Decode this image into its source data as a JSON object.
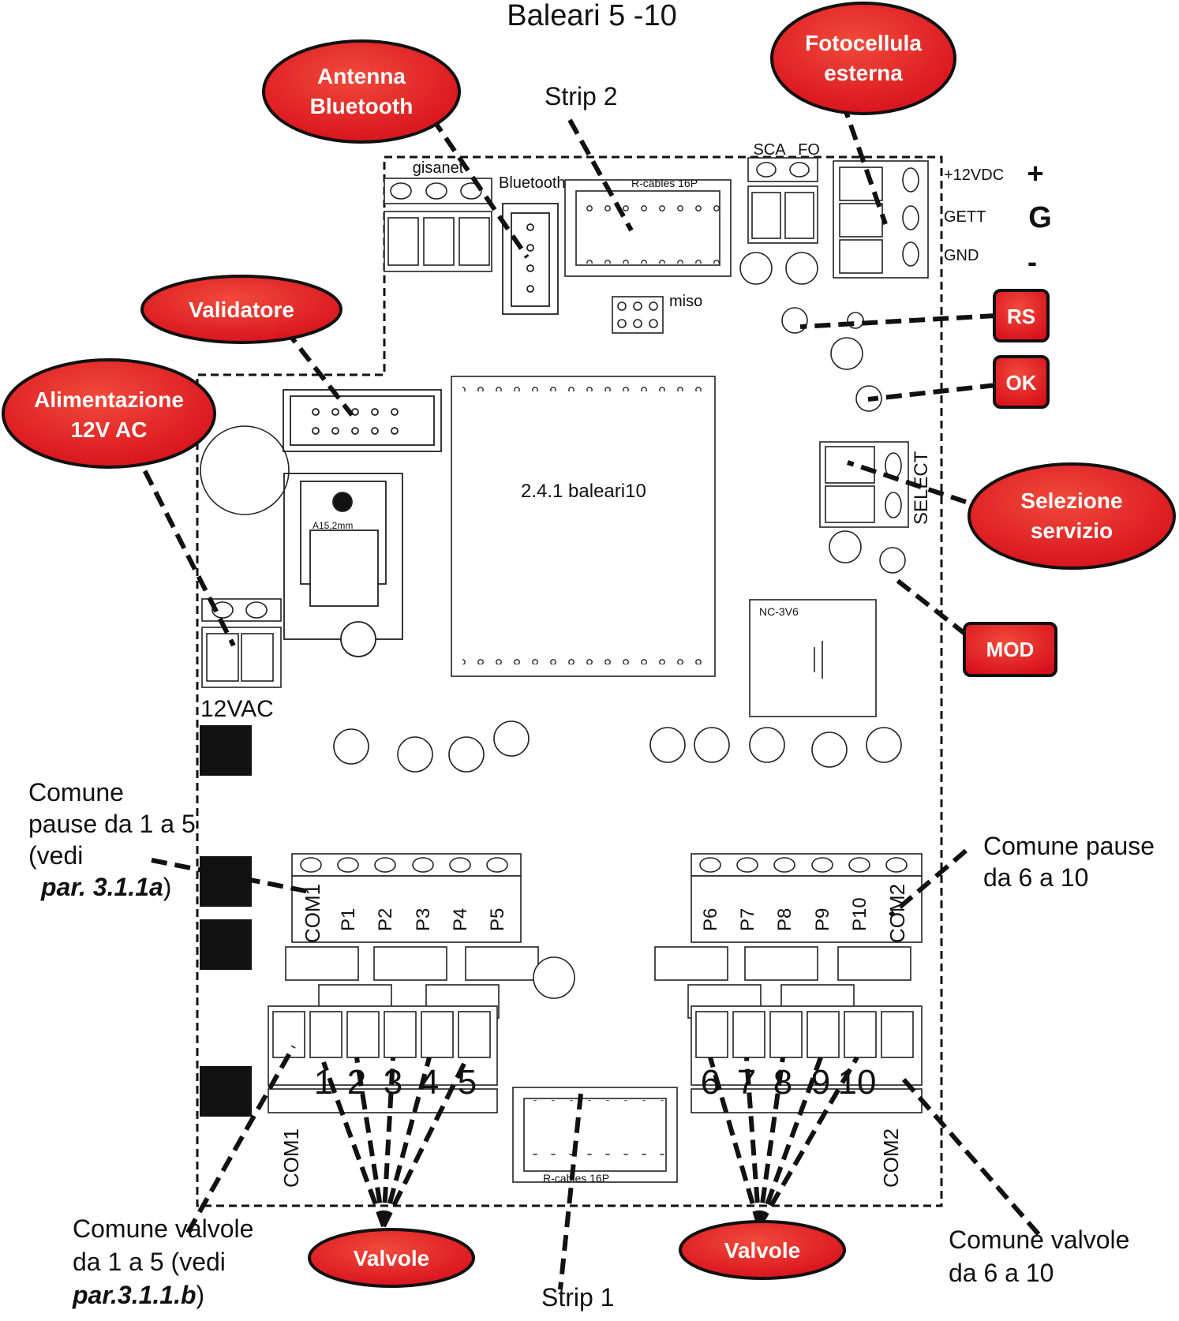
{
  "title": "Baleari 5 -10",
  "callouts": {
    "fotocellula": "Fotocellula esterna",
    "antenna": "Antenna Bluetooth",
    "validatore": "Validatore",
    "alimentazione": "Alimentazione 12V AC",
    "selezione": "Selezione servizio",
    "valvole_left": "Valvole",
    "valvole_right": "Valvole",
    "rs": "RS",
    "ok": "OK",
    "mod": "MOD"
  },
  "labels": {
    "strip2": "Strip 2",
    "strip1": "Strip 1",
    "comune_pause_left_1": "Comune",
    "comune_pause_left_2": "pause da 1 a 5",
    "comune_pause_left_3": "(vedi",
    "comune_pause_left_ref": "par. 3.1.1a",
    "comune_pause_right_1": "Comune pause",
    "comune_pause_right_2": "da 6 a 10",
    "comune_valvole_left_1": "Comune valvole",
    "comune_valvole_left_2": "da 1 a 5 (vedi",
    "comune_valvole_left_ref": "par.3.1.1.b",
    "comune_valvole_right_1": "Comune valvole",
    "comune_valvole_right_2": "da 6 a 10"
  },
  "board": {
    "gisanet": "gisanet",
    "bluetooth": "Bluetooth",
    "rcables_top": "R-cables 16P",
    "rcables_bottom": "R-cables 16P",
    "sca": "SCA",
    "fo": "FO",
    "v12dc": "+12VDC",
    "gett": "GETT",
    "gnd": "GND",
    "plus": "+",
    "g": "G",
    "minus": "-",
    "miso": "miso",
    "chip": "2.4.1 baleari10",
    "select": "SELECT",
    "nc3v6": "NC-3V6",
    "a152": "A15,2mm",
    "vac12": "12VAC",
    "com1_top": "COM1",
    "com2_top": "COM2",
    "com1_bottom": "COM1",
    "com2_bottom": "COM2",
    "p_labels": [
      "P1",
      "P2",
      "P3",
      "P4",
      "P5",
      "P6",
      "P7",
      "P8",
      "P9",
      "P10"
    ],
    "valve_nums": [
      "1",
      "2",
      "3",
      "4",
      "5",
      "6",
      "7",
      "8",
      "9",
      "10"
    ]
  }
}
